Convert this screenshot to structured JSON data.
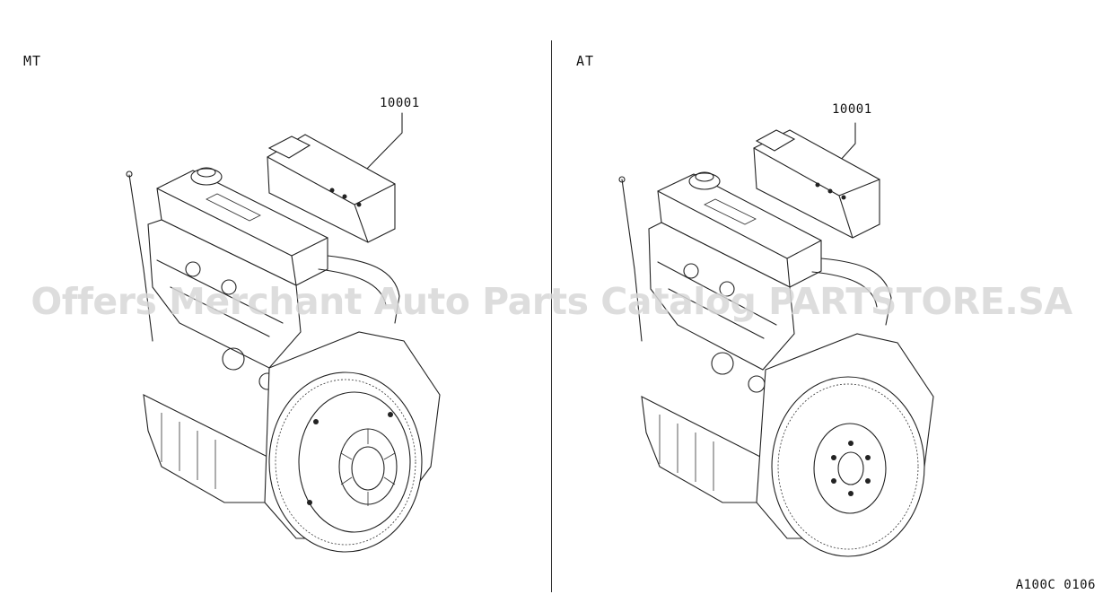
{
  "panels": [
    {
      "variant_label": "MT",
      "part_number": "10001"
    },
    {
      "variant_label": "AT",
      "part_number": "10001"
    }
  ],
  "watermark": "Offers Merchant Auto Parts Catalog PARTSTORE.SA",
  "diagram_code": "A100C 0106"
}
